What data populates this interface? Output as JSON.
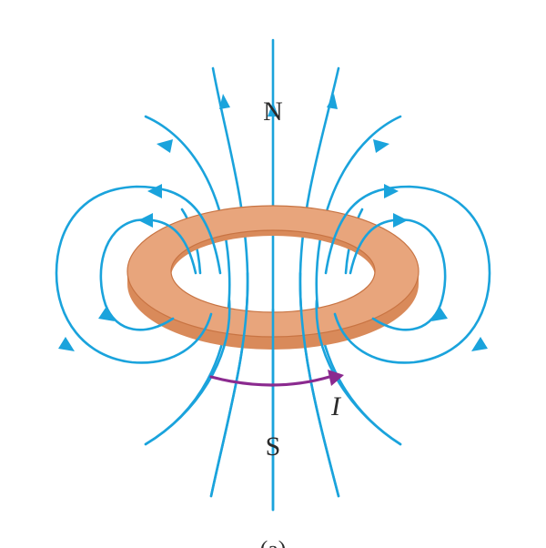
{
  "labels": {
    "north": "N",
    "south": "S",
    "current": "I",
    "caption": "(a)"
  },
  "colors": {
    "field_line": "#1aa3dc",
    "ring_top": "#e8a57c",
    "ring_side": "#d98a5a",
    "ring_edge": "#c87443",
    "current_arrow": "#8b2a8f",
    "text": "#2b2b2b"
  },
  "icons": {
    "field_arrow": "arrowhead-icon",
    "current_arrow": "curved-arrow-icon"
  }
}
